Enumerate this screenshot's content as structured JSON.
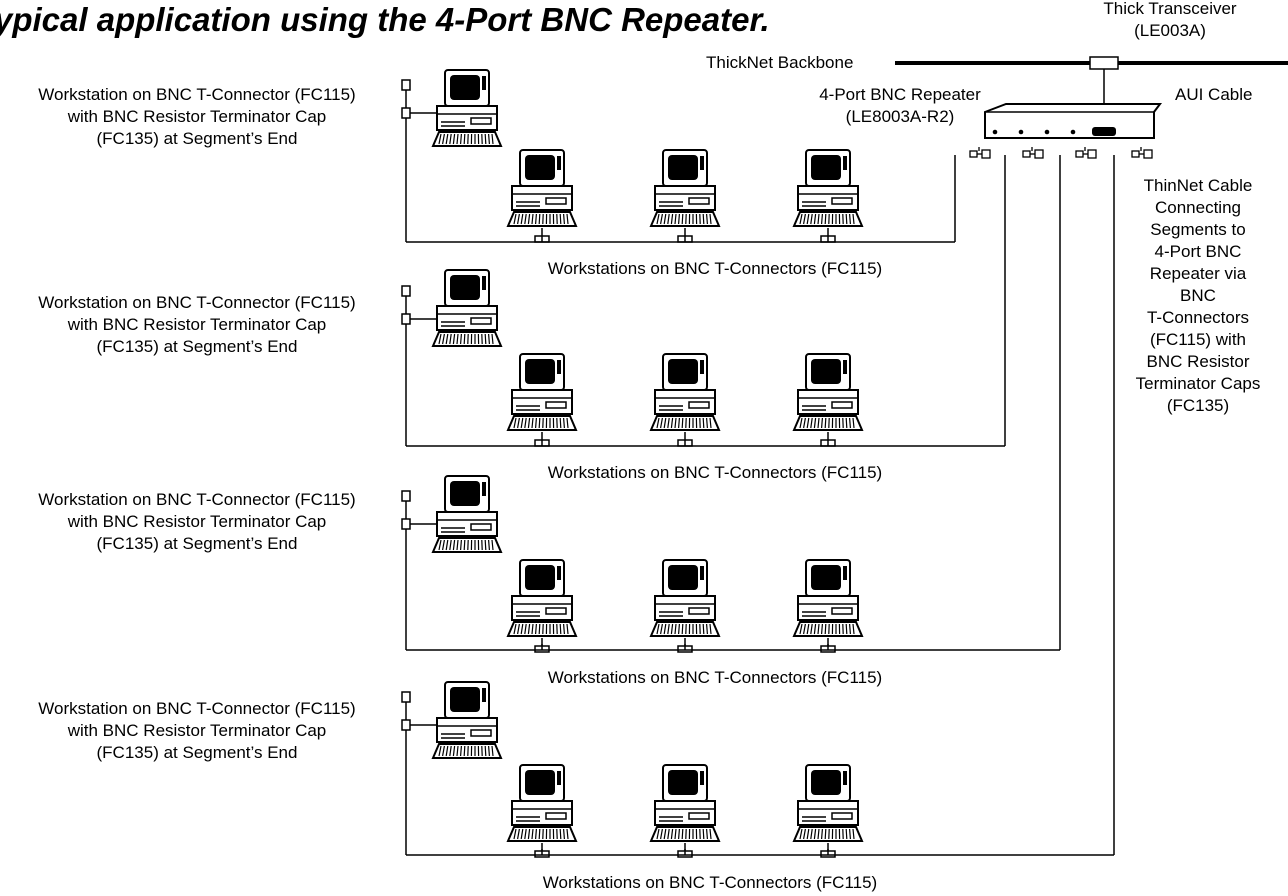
{
  "title": "ypical application using the 4-Port BNC Repeater.",
  "labels": {
    "thick_transceiver": "Thick Transceiver",
    "thick_transceiver_part": "(LE003A)",
    "thicknet_backbone": "ThickNet Backbone",
    "repeater": "4-Port BNC Repeater",
    "repeater_part": "(LE8003A-R2)",
    "aui_cable": "AUI Cable",
    "thinnet_note": [
      "ThinNet Cable",
      "Connecting",
      "Segments to",
      "4-Port BNC",
      "Repeater via",
      "BNC",
      "T-Connectors",
      "(FC115) with",
      "BNC Resistor",
      "Terminator Caps",
      "(FC135)"
    ]
  },
  "segments": [
    {
      "terminator_label": [
        "Workstation on BNC T-Connector (FC115)",
        "with BNC Resistor Terminator Cap",
        "(FC135) at Segment’s End"
      ],
      "workstations_label": "Workstations on BNC T-Connectors (FC115)"
    },
    {
      "terminator_label": [
        "Workstation on BNC T-Connector (FC115)",
        "with BNC Resistor Terminator Cap",
        "(FC135) at Segment’s End"
      ],
      "workstations_label": "Workstations on BNC T-Connectors (FC115)"
    },
    {
      "terminator_label": [
        "Workstation on BNC T-Connector (FC115)",
        "with BNC Resistor Terminator Cap",
        "(FC135) at Segment’s End"
      ],
      "workstations_label": "Workstations on BNC T-Connectors (FC115)"
    },
    {
      "terminator_label": [
        "Workstation on BNC T-Connector (FC115)",
        "with BNC Resistor Terminator Cap",
        "(FC135) at Segment’s End"
      ],
      "workstations_label": "Workstations on BNC T-Connectors (FC115)"
    }
  ]
}
